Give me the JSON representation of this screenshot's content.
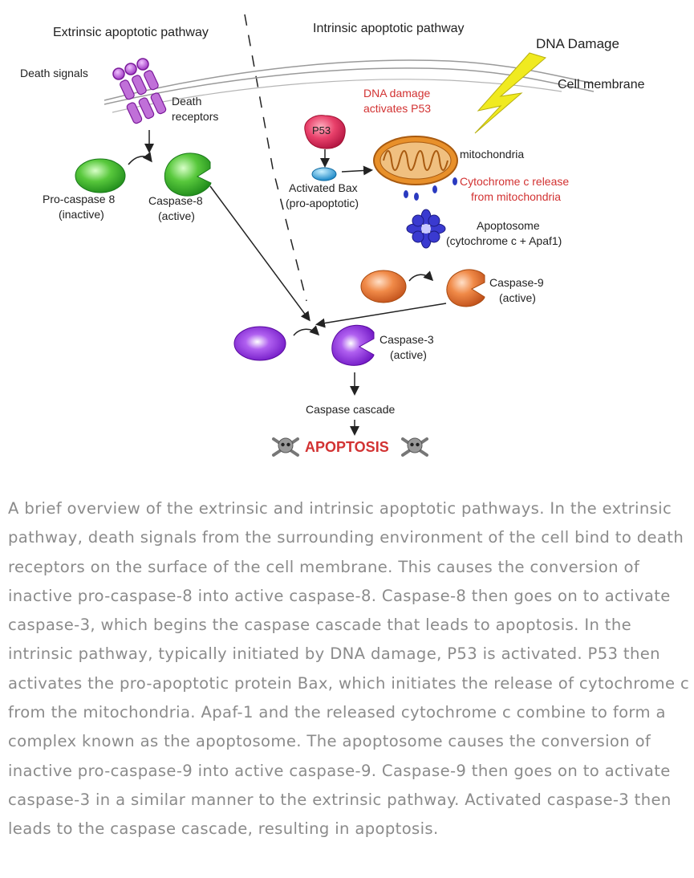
{
  "figure": {
    "extrinsic_title": "Extrinsic apoptotic pathway",
    "intrinsic_title": "Intrinsic apoptotic pathway",
    "dna_damage": "DNA Damage",
    "cell_membrane": "Cell membrane",
    "death_signals": "Death signals",
    "death_receptors_1": "Death",
    "death_receptors_2": "receptors",
    "dna_activates_1": "DNA damage",
    "dna_activates_2": "activates P53",
    "p53": "P53",
    "mitochondria": "mitochondria",
    "cyto_release_1": "Cytochrome c release",
    "cyto_release_2": "from mitochondria",
    "activated_bax_1": "Activated Bax",
    "activated_bax_2": "(pro-apoptotic)",
    "procaspase8_1": "Pro-caspase 8",
    "procaspase8_2": "(inactive)",
    "caspase8_1": "Caspase-8",
    "caspase8_2": "(active)",
    "apoptosome_1": "Apoptosome",
    "apoptosome_2": "(cytochrome c + Apaf1)",
    "caspase9_1": "Caspase-9",
    "caspase9_2": "(active)",
    "caspase3_1": "Caspase-3",
    "caspase3_2": "(active)",
    "caspase_cascade": "Caspase cascade",
    "apoptosis": "APOPTOSIS"
  },
  "caption": "A brief overview of the extrinsic and intrinsic apoptotic pathways. In the extrinsic pathway, death signals from the surrounding environment of the cell bind to death receptors on the surface of the cell membrane. This causes the conversion of inactive pro-caspase-8 into active caspase-8. Caspase-8 then goes on to activate caspase-3, which begins the caspase cascade that leads to apoptosis. In the intrinsic pathway, typically initiated by DNA damage, P53 is activated. P53 then activates the pro-apoptotic protein Bax, which initiates the release of cytochrome c from the mitochondria. Apaf-1 and the released cytochrome c combine to form a complex known as the apoptosome. The apoptosome causes the conversion of inactive pro-caspase-9 into active caspase-9. Caspase-9 then goes on to activate caspase-3 in a similar manner to the extrinsic pathway. Activated caspase-3 then leads to the caspase cascade, resulting in apoptosis.",
  "colors": {
    "green": "#3cb030",
    "purple_receptor": "#b43cc8",
    "red_p53": "#e0305a",
    "blue_bax": "#2aa0d8",
    "mito_orange": "#e8902a",
    "orange_casp9": "#e8762a",
    "violet_casp3": "#8a1ed8",
    "apoptosome_blue": "#3a3ad0",
    "bolt_yellow": "#f0ea20",
    "label_red": "#d23232"
  }
}
